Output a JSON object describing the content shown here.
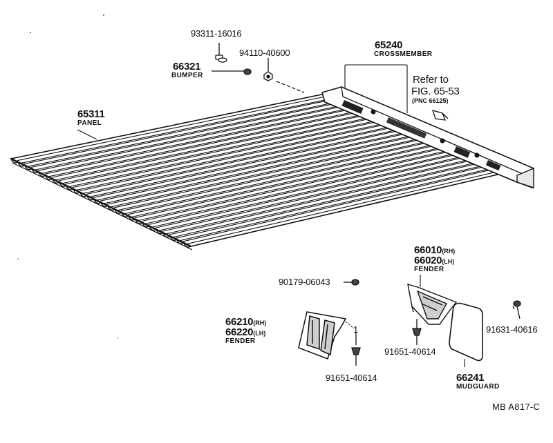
{
  "labels": {
    "bolt_93311": "93311-16016",
    "bumper_num": "66321",
    "bumper_name": "BUMPER",
    "nut_94110": "94110-40600",
    "crossmember_num": "65240",
    "crossmember_name": "CROSSMEMBER",
    "refer_line1": "Refer to",
    "refer_line2": "FIG. 65-53",
    "refer_line3": "(PNC 66125)",
    "panel_num": "65311",
    "panel_name": "PANEL",
    "fender_r_num_rh": "66010",
    "fender_r_side_rh": "(RH)",
    "fender_r_num_lh": "66020",
    "fender_r_side_lh": "(LH)",
    "fender_r_name": "FENDER",
    "clip_90179": "90179-06043",
    "fender_l_num_rh": "66210",
    "fender_l_side_rh": "(RH)",
    "fender_l_num_lh": "66220",
    "fender_l_side_lh": "(LH)",
    "fender_l_name": "FENDER",
    "qty_one": "1",
    "bolt_91651_left": "91651-40614",
    "bolt_91651_right": "91651-40614",
    "bolt_91631": "91631-40616",
    "mudguard_num": "66241",
    "mudguard_name": "MUDGUARD",
    "diagram_code": "MB  A817-C"
  }
}
